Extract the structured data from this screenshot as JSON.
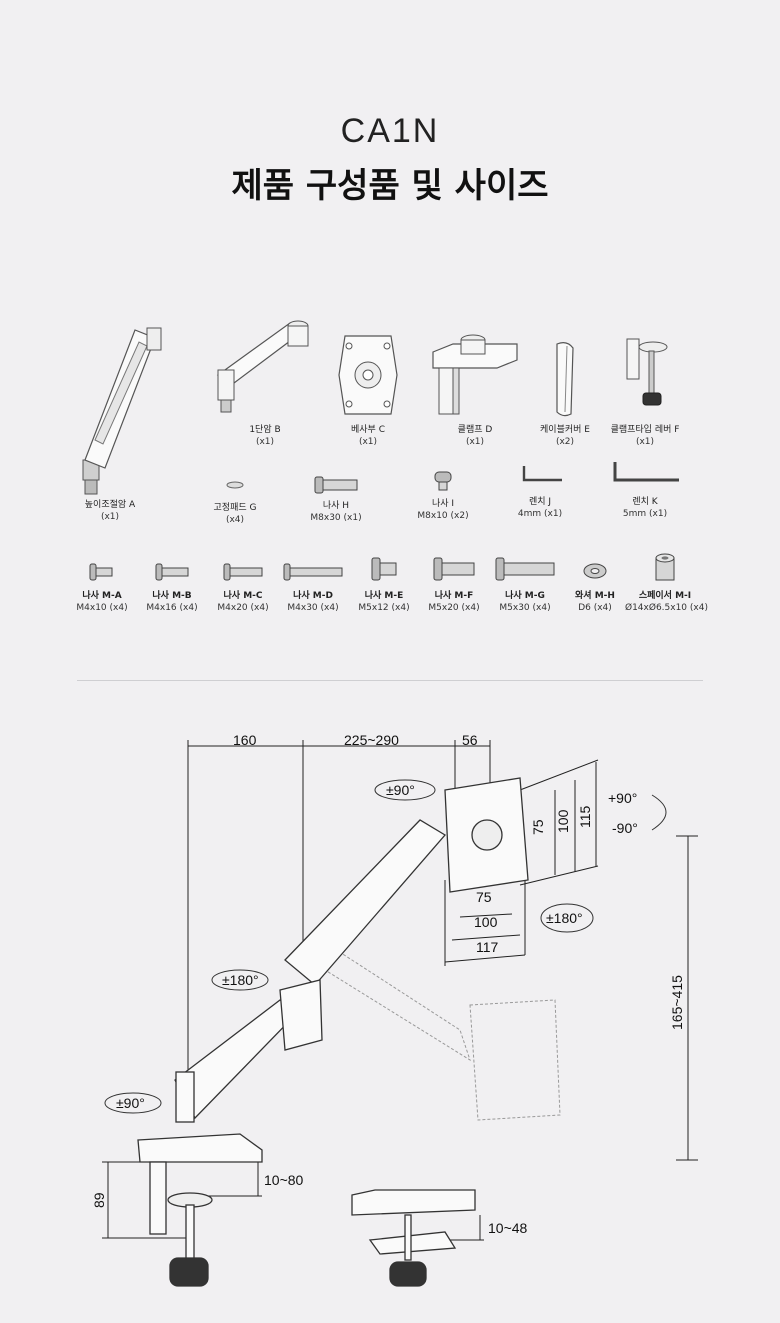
{
  "header": {
    "brand": "CA1N",
    "title": "제품 구성품 및 사이즈"
  },
  "parts_row1": [
    {
      "id": "B",
      "label": "1단암 B",
      "qty": "(x1)"
    },
    {
      "id": "C",
      "label": "베사부 C",
      "qty": "(x1)"
    },
    {
      "id": "D",
      "label": "클램프 D",
      "qty": "(x1)"
    },
    {
      "id": "E",
      "label": "케이블커버 E",
      "qty": "(x2)"
    },
    {
      "id": "F",
      "label": "클램프타입 레버 F",
      "qty": "(x1)"
    }
  ],
  "part_a": {
    "label": "높이조절암 A",
    "qty": "(x1)"
  },
  "parts_row2": [
    {
      "id": "G",
      "label": "고정패드 G",
      "qty": "(x4)"
    },
    {
      "id": "H",
      "label": "나사 H",
      "qty": "M8x30 (x1)"
    },
    {
      "id": "I",
      "label": "나사 I",
      "qty": "M8x10 (x2)"
    },
    {
      "id": "J",
      "label": "렌치 J",
      "qty": "4mm (x1)"
    },
    {
      "id": "K",
      "label": "렌치 K",
      "qty": "5mm (x1)"
    }
  ],
  "parts_row3": [
    {
      "label": "나사 M-A",
      "qty": "M4x10 (x4)"
    },
    {
      "label": "나사 M-B",
      "qty": "M4x16 (x4)"
    },
    {
      "label": "나사 M-C",
      "qty": "M4x20 (x4)"
    },
    {
      "label": "나사 M-D",
      "qty": "M4x30 (x4)"
    },
    {
      "label": "나사 M-E",
      "qty": "M5x12 (x4)"
    },
    {
      "label": "나사 M-F",
      "qty": "M5x20 (x4)"
    },
    {
      "label": "나사 M-G",
      "qty": "M5x30 (x4)"
    },
    {
      "label": "와셔 M-H",
      "qty": "D6 (x4)"
    },
    {
      "label": "스페이서 M-I",
      "qty": "Ø14xØ6.5x10 (x4)"
    }
  ],
  "dimensions": {
    "d160": "160",
    "d225": "225~290",
    "d56": "56",
    "rot_vesa": "±90°",
    "vesa75h": "75",
    "vesa100h": "100",
    "vesa115": "115",
    "tilt_up": "+90°",
    "tilt_down": "-90°",
    "vesa75w": "75",
    "vesa100w": "100",
    "vesa117": "117",
    "rot180_head": "±180°",
    "rot180_mid": "±180°",
    "rot90_base": "±90°",
    "height": "165~415",
    "base89": "89",
    "clamp10_80": "10~80",
    "grommet10_48": "10~48"
  }
}
